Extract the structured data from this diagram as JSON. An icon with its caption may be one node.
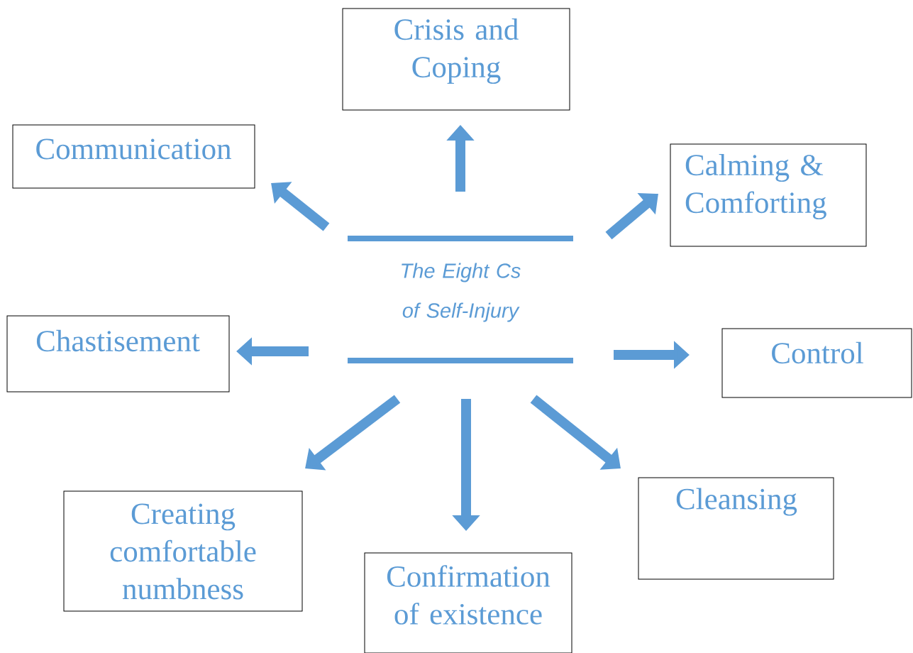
{
  "diagram": {
    "nodes": [
      {
        "text": [
          "The Eight Cs of Self-Injury"
        ]
      },
      {
        "text": [
          "Crisis and Coping"
        ]
      },
      {
        "text": [
          "Communication"
        ]
      },
      {
        "text": [
          "Calming & Comforting"
        ]
      },
      {
        "text": [
          "Chastisement"
        ]
      },
      {
        "text": [
          "Control"
        ]
      },
      {
        "text": [
          "Creating comfortable numbness"
        ]
      },
      {
        "text": [
          "Confirmation of existence"
        ]
      },
      {
        "text": [
          "Cleansing"
        ]
      }
    ],
    "edges": [
      {
        "from": 0,
        "to": 1,
        "arrow": "to"
      },
      {
        "from": 0,
        "to": 2,
        "arrow": "to"
      },
      {
        "from": 0,
        "to": 3,
        "arrow": "to"
      },
      {
        "from": 0,
        "to": 4,
        "arrow": "to"
      },
      {
        "from": 0,
        "to": 5,
        "arrow": "to"
      },
      {
        "from": 0,
        "to": 6,
        "arrow": "to"
      },
      {
        "from": 0,
        "to": 7,
        "arrow": "to"
      },
      {
        "from": 0,
        "to": 8,
        "arrow": "to"
      }
    ]
  }
}
